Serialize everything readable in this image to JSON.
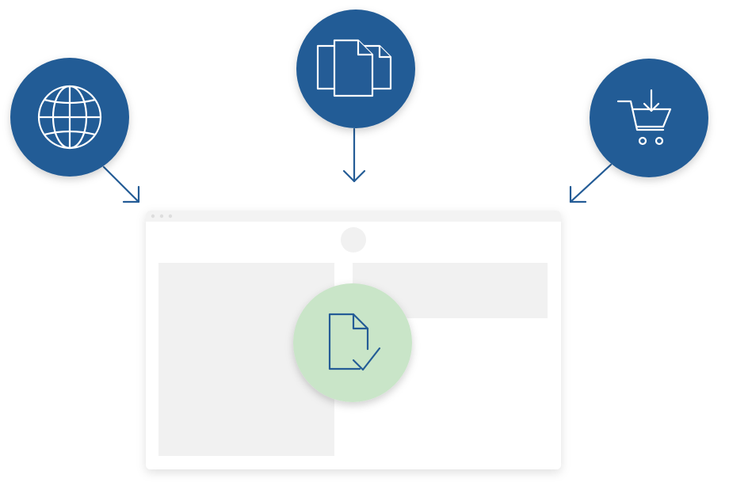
{
  "colors": {
    "background": "#ffffff",
    "source_circle": "#245c96",
    "source_icon": "#ffffff",
    "arrow": "#245c96",
    "window_frame": "#ffffff",
    "window_titlebar": "#f3f3f3",
    "window_dots": "#dddddd",
    "placeholder_block": "#f1f1f1",
    "result_circle": "#c9e5c8",
    "result_icon": "#245c96"
  },
  "sources": [
    {
      "icon": "globe-icon"
    },
    {
      "icon": "documents-icon"
    },
    {
      "icon": "shopping-cart-download-icon"
    }
  ],
  "result": {
    "icon": "document-checkmark-icon"
  },
  "window": {
    "placeholders": [
      "avatar-circle",
      "left-panel-block",
      "right-panel-block"
    ]
  }
}
